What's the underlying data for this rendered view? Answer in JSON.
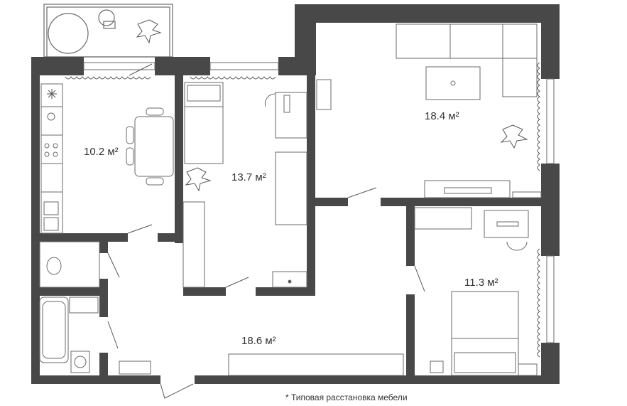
{
  "rooms": {
    "kitchen": "10.2 м²",
    "bedroom_small": "13.7 м²",
    "living": "18.4 м²",
    "bedroom_large": "11.3 м²",
    "hall": "18.6 м²"
  },
  "note": "* Типовая расстановка мебели",
  "colors": {
    "wall": "#484848",
    "furniture": "#6a6a6a",
    "fill": "#f3f3f3"
  }
}
